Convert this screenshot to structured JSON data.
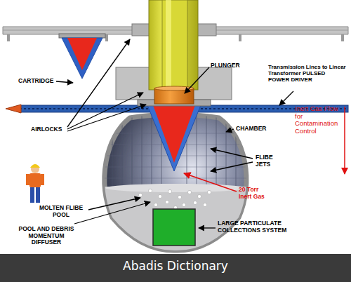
{
  "diagram": {
    "labels": [
      "CARTRIDGE",
      "PLUNGER",
      "Transmission Lines to Linear Transformer PULSED POWER DRIVER",
      "AIRLOCKS",
      "CHAMBER",
      "Inert Gas Flow for Contamination Control",
      "FLIBE JETS",
      "20 Torr Inert Gas",
      "MOLTEN FLIBE POOL",
      "POOL AND DEBRIS MOMENTUM DIFFUSER",
      "LARGE PARTICULATE COLLECTIONS SYSTEM",
      "Abadis Dictionary"
    ]
  }
}
